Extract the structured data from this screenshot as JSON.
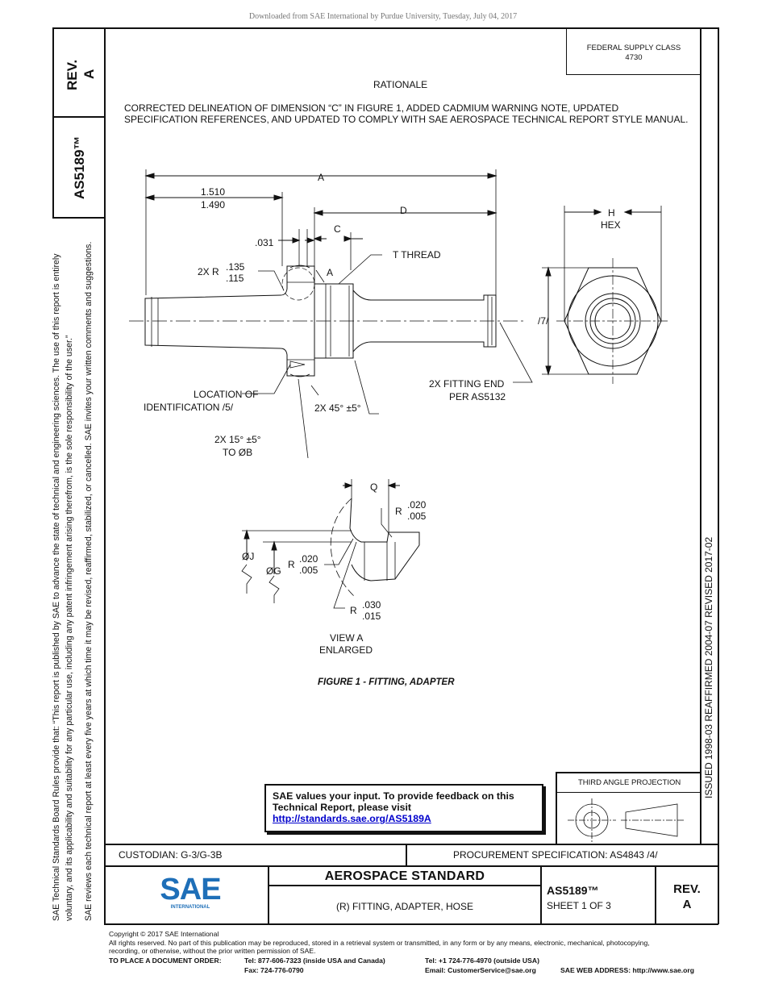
{
  "download_banner": "Downloaded from SAE International by Purdue University, Tuesday, July 04, 2017",
  "side_tab": {
    "rev_label": "REV.",
    "rev_value": "A",
    "doc_number": "AS5189™"
  },
  "side_note": {
    "line1": "SAE Technical Standards Board Rules provide that: “This report is published by SAE to advance the state of technical and engineering sciences. The use of this report is entirely",
    "line2": "voluntary, and its applicability and suitability for any particular use, including any patent infringement arising therefrom, is the sole responsibility of the user.”",
    "line3": "SAE reviews each technical report at least every five years at which time it may be revised, reaffirmed, stabilized, or cancelled. SAE invites your written comments and suggestions."
  },
  "history": "ISSUED 1998-03     REAFFIRMED 2004-07     REVISED 2017-02",
  "federal_supply": {
    "line1": "FEDERAL SUPPLY CLASS",
    "line2": "4730"
  },
  "rationale": {
    "heading": "RATIONALE",
    "text": "CORRECTED DELINEATION OF DIMENSION “C” IN FIGURE 1, ADDED CADMIUM WARNING NOTE, UPDATED SPECIFICATION REFERENCES, AND UPDATED TO COMPLY WITH SAE AEROSPACE TECHNICAL REPORT STYLE MANUAL."
  },
  "drawing": {
    "dim_a": "A",
    "dim_b_upper": "1.510",
    "dim_b_lower": "1.490",
    "dim_d": "D",
    "dim_c": "C",
    "dim_031": ".031",
    "radius_r": "2X R",
    "radius_upper": ".135",
    "radius_lower": ".115",
    "view_a_marker": "A",
    "thread": "T  THREAD",
    "hex_h": "H",
    "hex_label": "HEX",
    "hex_note": "/7/",
    "location_line1": "LOCATION OF",
    "location_line2": "IDENTIFICATION /5/",
    "chamfer": "2X 45° ±5°",
    "fitting_end_line1": "2X FITTING END",
    "fitting_end_line2": "PER AS5132",
    "angle_line1": "2X 15° ±5°",
    "angle_line2": "TO ØB",
    "view_q": "Q",
    "view_r1_label": "R",
    "view_r1_upper": ".020",
    "view_r1_lower": ".005",
    "view_dia_j": "ØJ",
    "view_dia_g": "ØG",
    "view_r2_label": "R",
    "view_r2_upper": ".020",
    "view_r2_lower": ".005",
    "view_r3_label": "R",
    "view_r3_upper": ".030",
    "view_r3_lower": ".015",
    "view_caption_line1": "VIEW A",
    "view_caption_line2": "ENLARGED",
    "figure_caption": "FIGURE 1 - FITTING, ADAPTER"
  },
  "feedback": {
    "line1": "SAE values your input. To provide feedback on this",
    "line2": "Technical Report, please visit",
    "link": "http://standards.sae.org/AS5189A"
  },
  "projection": {
    "label": "THIRD ANGLE PROJECTION"
  },
  "custodian": "CUSTODIAN: G-3/G-3B",
  "procurement": "PROCUREMENT SPECIFICATION: AS4843 /4/",
  "title_block": {
    "logo_text": "SAE",
    "logo_subtext": "INTERNATIONAL",
    "standard_type": "AEROSPACE STANDARD",
    "title": "(R) FITTING, ADAPTER, HOSE",
    "doc_number": "AS5189™",
    "sheet": "SHEET 1 OF 3",
    "rev_label": "REV.",
    "rev_value": "A"
  },
  "footer": {
    "copyright": "Copyright © 2017 SAE International",
    "rights": "All rights reserved. No part of this publication may be reproduced, stored in a retrieval system or transmitted, in any form or by any means, electronic, mechanical, photocopying,",
    "rights2": "recording, or otherwise, without the prior written permission of SAE.",
    "order_label": "TO PLACE A DOCUMENT ORDER:",
    "tel_usa": "Tel: 877-606-7323 (inside USA and Canada)",
    "fax": "Fax: 724-776-0790",
    "tel_outside": "Tel: +1 724-776-4970 (outside USA)",
    "email": "Email: CustomerService@sae.org",
    "web": "SAE WEB ADDRESS: http://www.sae.org"
  }
}
